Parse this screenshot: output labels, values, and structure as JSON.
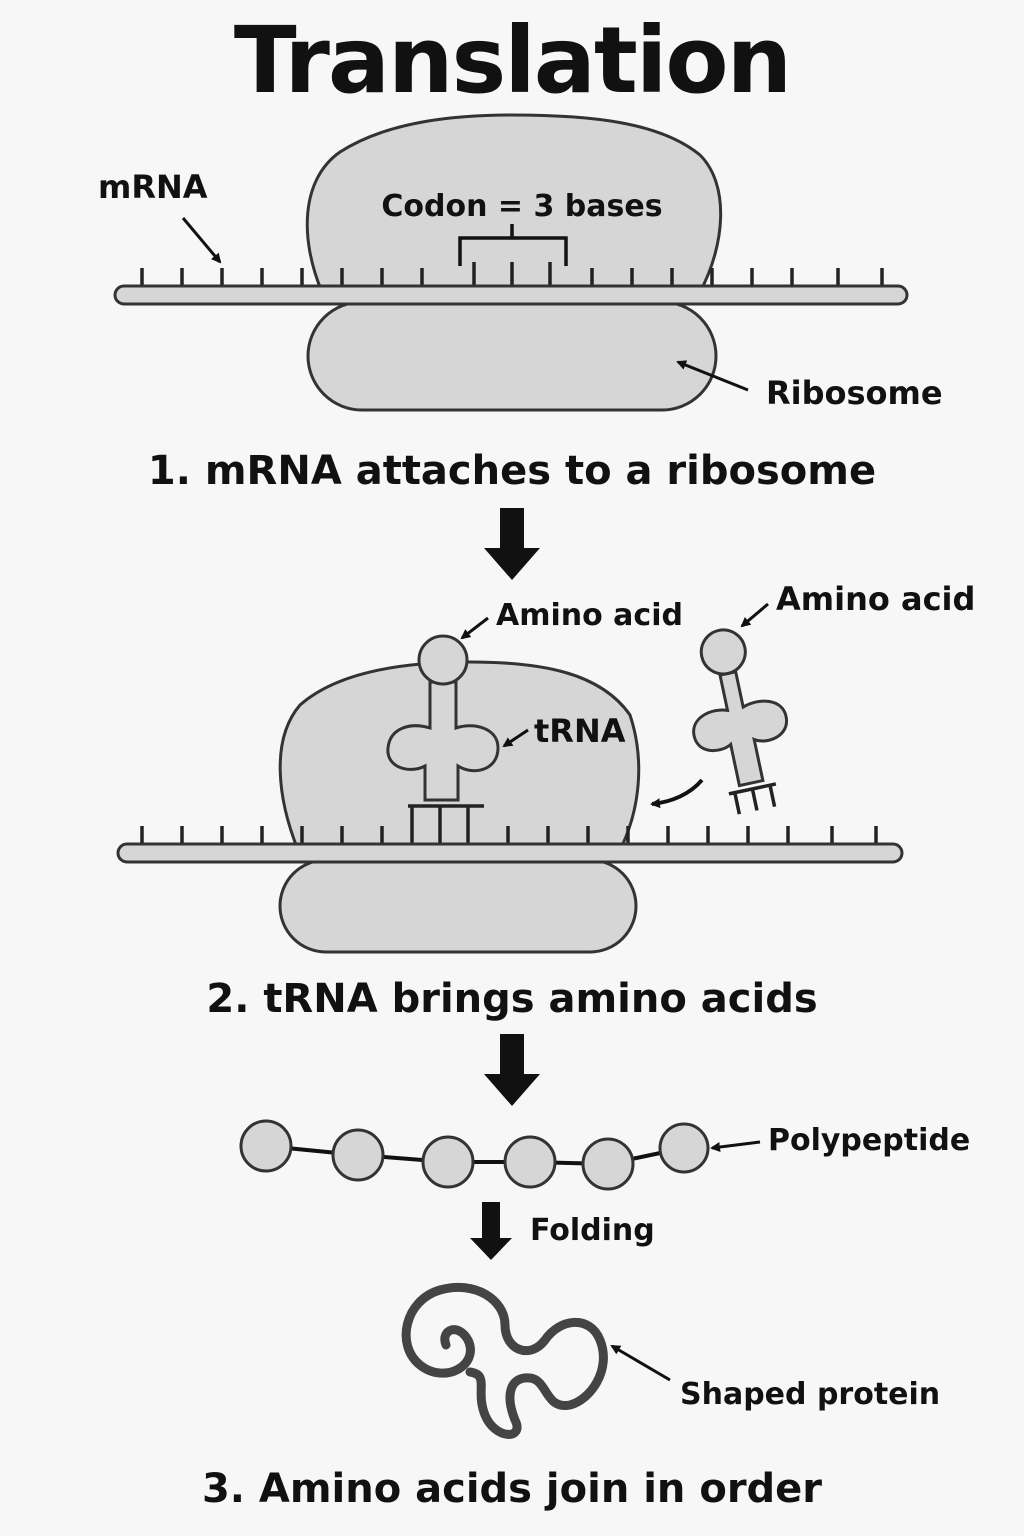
{
  "title": "Translation",
  "labels": {
    "mrna": "mRNA",
    "codon": "Codon = 3 bases",
    "ribosome": "Ribosome",
    "amino_acid_1": "Amino acid",
    "amino_acid_2": "Amino acid",
    "trna": "tRNA",
    "polypeptide": "Polypeptide",
    "folding": "Folding",
    "shaped_protein": "Shaped protein"
  },
  "steps": {
    "step1": "1. mRNA attaches to a ribosome",
    "step2": "2. tRNA brings amino acids",
    "step3": "3. Amino acids join in order"
  },
  "colors": {
    "shape_fill": "#d6d6d6",
    "outline": "#333333",
    "background": "#f7f7f7"
  }
}
